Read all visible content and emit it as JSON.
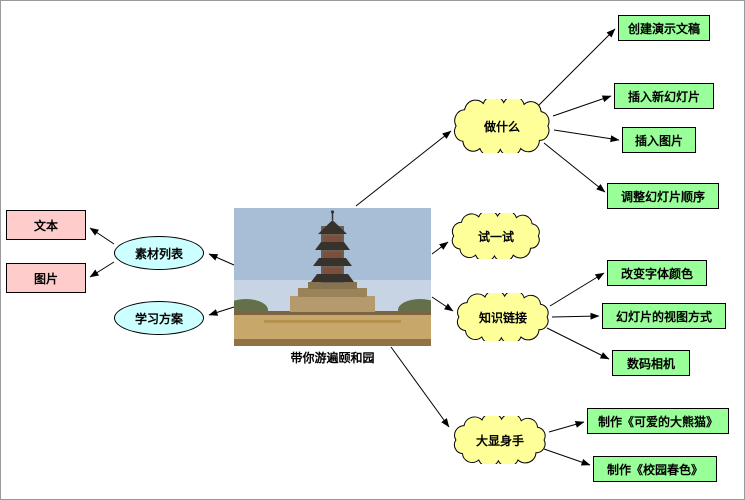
{
  "center": {
    "caption": "带你游遍颐和园"
  },
  "left_branch": {
    "material_list": {
      "label": "素材列表"
    },
    "study_plan": {
      "label": "学习方案"
    },
    "text_item": {
      "label": "文本"
    },
    "picture_item": {
      "label": "图片"
    }
  },
  "right_branch": {
    "what_to_do": {
      "label": "做什么",
      "children": [
        {
          "label": "创建演示文稿"
        },
        {
          "label": "插入新幻灯片"
        },
        {
          "label": "插入图片"
        },
        {
          "label": "调整幻灯片顺序"
        }
      ]
    },
    "try_it": {
      "label": "试一试"
    },
    "knowledge_links": {
      "label": "知识链接",
      "children": [
        {
          "label": "改变字体颜色"
        },
        {
          "label": "幻灯片的视图方式"
        },
        {
          "label": "数码相机"
        }
      ]
    },
    "show_skills": {
      "label": "大显身手",
      "children": [
        {
          "label": "制作《可爱的大熊猫》"
        },
        {
          "label": "制作《校园春色》"
        }
      ]
    }
  },
  "colors": {
    "cloud_fill": "#ffff99",
    "ellipse_fill": "#ccffff",
    "pink_fill": "#ffcccc",
    "green_fill": "#99ff99",
    "connector": "#000000",
    "background": "#ffffff"
  }
}
